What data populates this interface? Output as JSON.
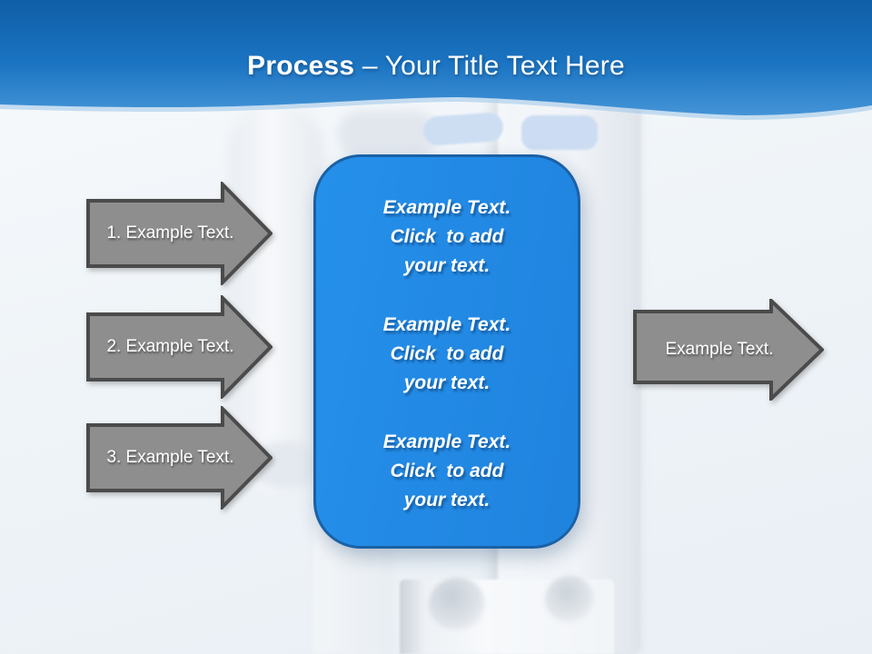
{
  "title": {
    "emphasis": "Process",
    "rest": " – Your Title Text Here"
  },
  "steps": [
    {
      "label": "1. Example Text."
    },
    {
      "label": "2. Example Text."
    },
    {
      "label": "3. Example Text."
    }
  ],
  "output_arrow": {
    "label": "Example Text."
  },
  "box": {
    "paragraphs": [
      "Example Text.\nClick  to add\nyour text.",
      "Example Text.\nClick  to add\nyour text.",
      "Example Text.\nClick  to add\nyour text."
    ]
  },
  "colors": {
    "header-top": "#0f5ea6",
    "header-mid": "#1b74c2",
    "header-bottom": "#4494d6",
    "box-fill": "#2590ea",
    "box-stroke": "#1a61a6",
    "arrow-fill": "#8e8e8e",
    "arrow-stroke": "#4b4b4b",
    "accent-lightblue": "#ccdcf2"
  }
}
